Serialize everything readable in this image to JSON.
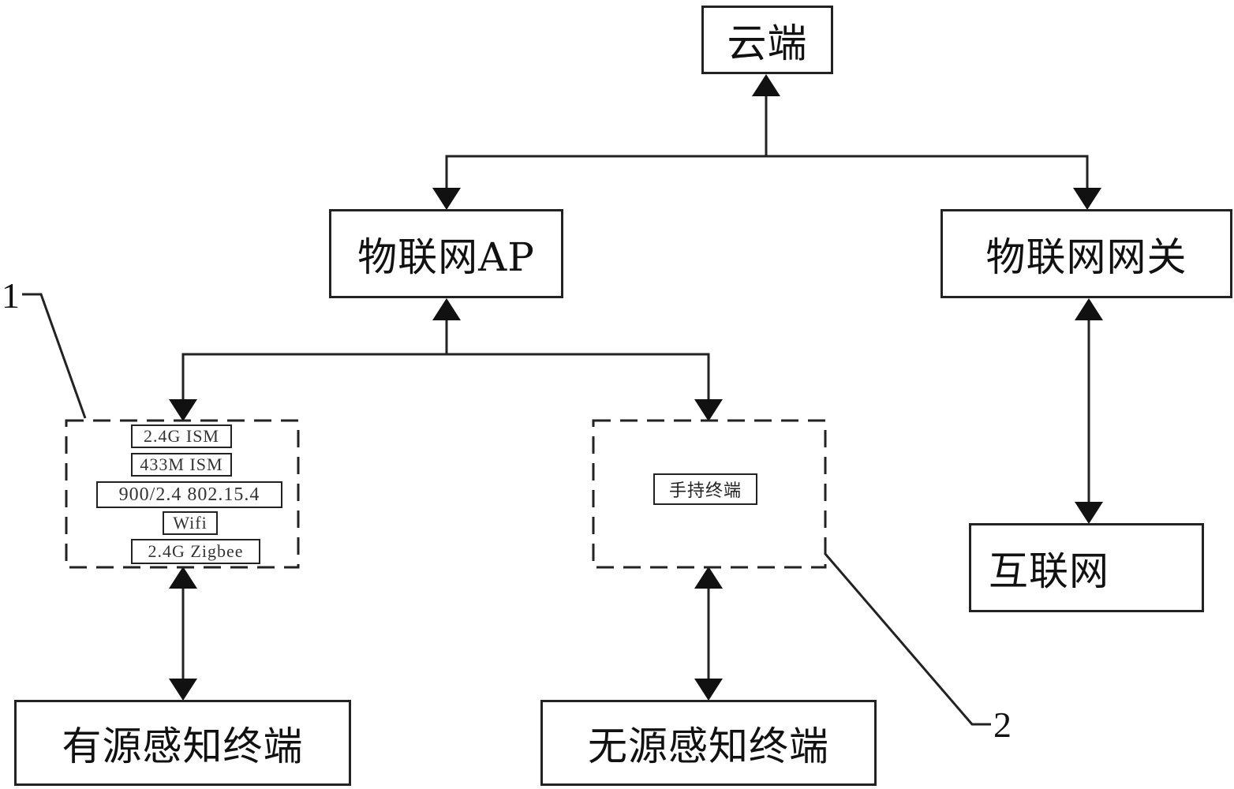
{
  "diagram": {
    "type": "network-architecture",
    "colors": {
      "line": "#222222",
      "background": "#ffffff",
      "text": "#111111"
    },
    "nodes": {
      "cloud": "云端",
      "iot_ap": "物联网AP",
      "iot_gateway": "物联网网关",
      "internet": "互联网",
      "active_terminal": "有源感知终端",
      "passive_terminal": "无源感知终端"
    },
    "group_1": {
      "ref_label": "1",
      "protocols": [
        "2.4G ISM",
        "433M ISM",
        "900/2.4 802.15.4",
        "Wifi",
        "2.4G Zigbee"
      ]
    },
    "group_2": {
      "ref_label": "2",
      "items": [
        "手持终端"
      ]
    },
    "edges": [
      {
        "from": "iot_ap",
        "to": "cloud",
        "direction": "up"
      },
      {
        "from": "cloud-bus",
        "to": "iot_ap",
        "direction": "down"
      },
      {
        "from": "cloud-bus",
        "to": "iot_gateway",
        "direction": "down"
      },
      {
        "from": "iot_gateway",
        "to": "internet",
        "direction": "both"
      },
      {
        "from": "group_1",
        "to": "iot_ap",
        "direction": "up"
      },
      {
        "from": "ap-bus",
        "to": "group_1",
        "direction": "down"
      },
      {
        "from": "ap-bus",
        "to": "group_2",
        "direction": "down"
      },
      {
        "from": "group_1",
        "to": "active_terminal",
        "direction": "both"
      },
      {
        "from": "group_2",
        "to": "passive_terminal",
        "direction": "both"
      }
    ]
  }
}
